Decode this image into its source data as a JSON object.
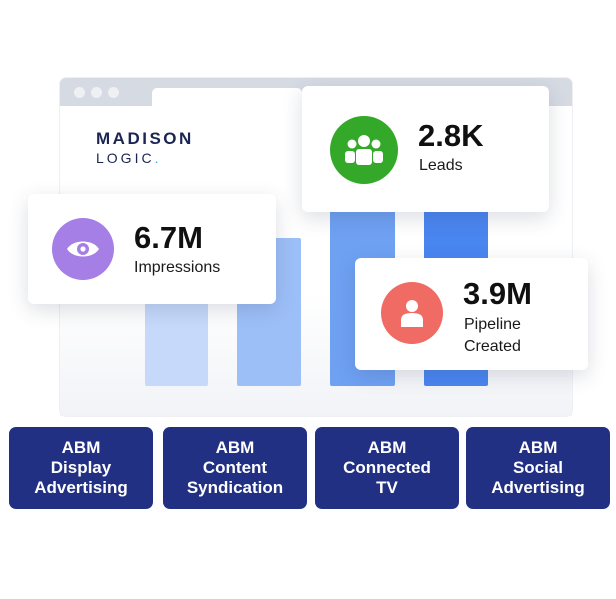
{
  "logo": {
    "line1": "MADISON",
    "line2": "LOGIC",
    "line2_dot": "."
  },
  "stats": {
    "leads": {
      "value": "2.8K",
      "label": "Leads",
      "color": "#34a828",
      "icon": "group-icon"
    },
    "impressions": {
      "value": "6.7M",
      "label": "Impressions",
      "color": "#a57ee6",
      "icon": "eye-icon"
    },
    "pipeline": {
      "value": "3.9M",
      "label": "Pipeline\nCreated",
      "color": "#ef6b64",
      "icon": "person-icon"
    }
  },
  "colors": {
    "bar_light": "#bcd2fa",
    "bar_mid": "#8db3f5",
    "bar_dark": "#4a86f0",
    "button_bg": "#223083"
  },
  "buttons": [
    {
      "label": "ABM\nDisplay\nAdvertising"
    },
    {
      "label": "ABM\nContent\nSyndication"
    },
    {
      "label": "ABM\nConnected\nTV"
    },
    {
      "label": "ABM\nSocial\nAdvertising"
    }
  ]
}
